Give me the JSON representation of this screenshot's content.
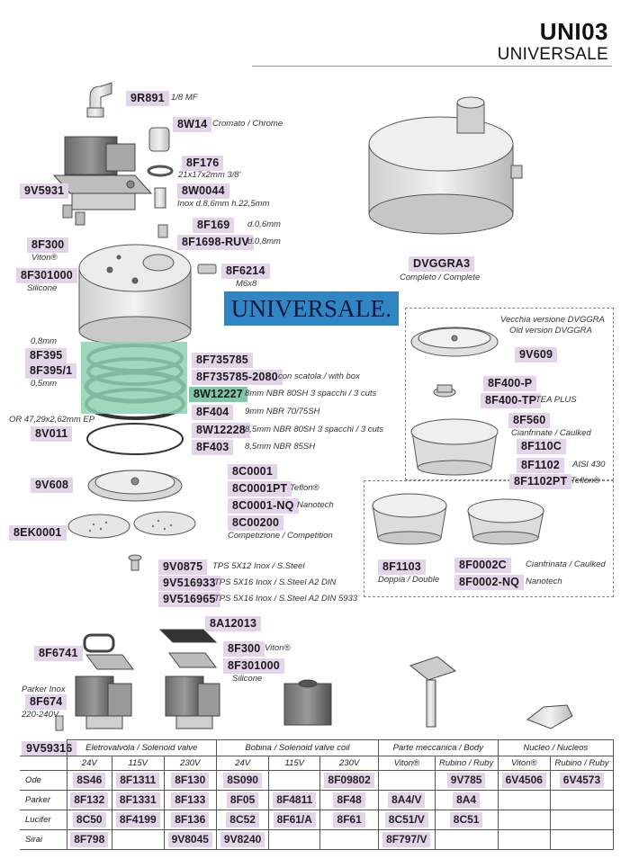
{
  "header": {
    "title": "UNI03",
    "subtitle": "UNIVERSALE"
  },
  "stamp": "UNIVERSALE.",
  "parts": [
    {
      "id": "9R891",
      "code": "9R891",
      "note": "1/8 MF"
    },
    {
      "id": "8W14",
      "code": "8W14",
      "note": "Cromato / Chrome"
    },
    {
      "id": "8F176",
      "code": "8F176",
      "note": "21x17x2mm 3/8'"
    },
    {
      "id": "9V5931",
      "code": "9V5931",
      "note": ""
    },
    {
      "id": "8W0044",
      "code": "8W0044",
      "note": "Inox d.8,6mm h.22,5mm"
    },
    {
      "id": "8F169",
      "code": "8F169",
      "note": "d.0,6mm"
    },
    {
      "id": "8F1698-RUV",
      "code": "8F1698-RUV",
      "note": "d.0,8mm"
    },
    {
      "id": "8F300a",
      "code": "8F300",
      "note": "Viton®"
    },
    {
      "id": "8F301000a",
      "code": "8F301000",
      "note": "Silicone"
    },
    {
      "id": "8F6214",
      "code": "8F6214",
      "note": "M6x8"
    },
    {
      "id": "DVGGRA3",
      "code": "DVGGRA3",
      "note": "Completo / Complete"
    },
    {
      "id": "8F395",
      "code": "8F395",
      "note": "0,8mm"
    },
    {
      "id": "8F395-1",
      "code": "8F395/1",
      "note": "0,5mm"
    },
    {
      "id": "8F735785",
      "code": "8F735785",
      "note": ""
    },
    {
      "id": "8F735785-2080",
      "code": "8F735785-2080",
      "note": "con scatola / with box"
    },
    {
      "id": "8W12227",
      "code": "8W12227",
      "note": "8mm NBR 80SH 3 spacchi / 3 cuts"
    },
    {
      "id": "8F404",
      "code": "8F404",
      "note": "9mm NBR 70/75SH"
    },
    {
      "id": "8V011",
      "code": "8V011",
      "note": "OR 47,29x2,62mm EP"
    },
    {
      "id": "8W12228",
      "code": "8W12228",
      "note": "8,5mm NBR 80SH 3 spacchi / 3 cuts"
    },
    {
      "id": "8F403",
      "code": "8F403",
      "note": "8,5mm NBR 85SH"
    },
    {
      "id": "9V609",
      "code": "9V609",
      "note": ""
    },
    {
      "id": "8F400-P",
      "code": "8F400-P",
      "note": ""
    },
    {
      "id": "8F400-TP",
      "code": "8F400-TP",
      "note": "TEA PLUS"
    },
    {
      "id": "8F560",
      "code": "8F560",
      "note": ""
    },
    {
      "id": "8F110C",
      "code": "8F110C",
      "note": "Cianfrinate / Caulked"
    },
    {
      "id": "8F1102",
      "code": "8F1102",
      "note": "AISI 430"
    },
    {
      "id": "8F1102PT",
      "code": "8F1102PT",
      "note": "Teflon®"
    },
    {
      "id": "9V608",
      "code": "9V608",
      "note": ""
    },
    {
      "id": "8C0001",
      "code": "8C0001",
      "note": ""
    },
    {
      "id": "8C0001PT",
      "code": "8C0001PT",
      "note": "Teflon®"
    },
    {
      "id": "8C0001-NQ",
      "code": "8C0001-NQ",
      "note": "Nanotech"
    },
    {
      "id": "8C00200",
      "code": "8C00200",
      "note": "Competizione / Competition"
    },
    {
      "id": "8EK0001",
      "code": "8EK0001",
      "note": ""
    },
    {
      "id": "9V0875",
      "code": "9V0875",
      "note": "TPS 5X12 Inox / S.Steel"
    },
    {
      "id": "9V516933",
      "code": "9V516933",
      "note": "TPS 5X16 Inox / S.Steel A2 DIN"
    },
    {
      "id": "9V516965",
      "code": "9V516965",
      "note": "TPS 5X16 Inox / S.Steel A2 DIN 5933"
    },
    {
      "id": "8F1103",
      "code": "8F1103",
      "note": "Doppia / Double"
    },
    {
      "id": "8F0002C",
      "code": "8F0002C",
      "note": "Cianfrinata / Caulked"
    },
    {
      "id": "8F0002-NQ",
      "code": "8F0002-NQ",
      "note": "Nanotech"
    },
    {
      "id": "8A12013",
      "code": "8A12013",
      "note": ""
    },
    {
      "id": "8F6741",
      "code": "8F6741",
      "note": ""
    },
    {
      "id": "8F300b",
      "code": "8F300",
      "note": "Viton®"
    },
    {
      "id": "8F301000b",
      "code": "8F301000",
      "note": "Silicone"
    },
    {
      "id": "8F674",
      "code": "8F674",
      "note": "220-240V"
    },
    {
      "id": "9V59316",
      "code": "9V59316",
      "note": ""
    }
  ],
  "extra_notes": {
    "old_version_it": "Vecchia versione DVGGRA",
    "old_version_en": "Old version DVGGRA",
    "parker_inox": "Parker Inox"
  },
  "table": {
    "groups": [
      "Eletrovalvola / Solenoid valve",
      "Bobina / Solenoid valve coil",
      "Parte meccanica / Body",
      "Nucleo / Nucleos"
    ],
    "subheaders": [
      "24V",
      "115V",
      "230V",
      "24V",
      "115V",
      "230V",
      "Viton®",
      "Rubino / Ruby",
      "Viton®",
      "Rubino / Ruby"
    ],
    "rows": [
      {
        "brand": "Ode",
        "cells": [
          "8S46",
          "8F1311",
          "8F130",
          "8S090",
          "",
          "8F09802",
          "",
          "9V785",
          "6V4506",
          "6V4573"
        ]
      },
      {
        "brand": "Parker",
        "cells": [
          "8F132",
          "8F1331",
          "8F133",
          "8F05",
          "8F4811",
          "8F48",
          "8A4/V",
          "8A4",
          "",
          ""
        ]
      },
      {
        "brand": "Lucifer",
        "cells": [
          "8C50",
          "8F4199",
          "8F136",
          "8C52",
          "8F61/A",
          "8F61",
          "8C51/V",
          "8C51",
          "",
          ""
        ]
      },
      {
        "brand": "Sirai",
        "cells": [
          "8F798",
          "",
          "9V8045",
          "9V8240",
          "",
          "",
          "8F797/V",
          "",
          "",
          ""
        ]
      }
    ]
  }
}
